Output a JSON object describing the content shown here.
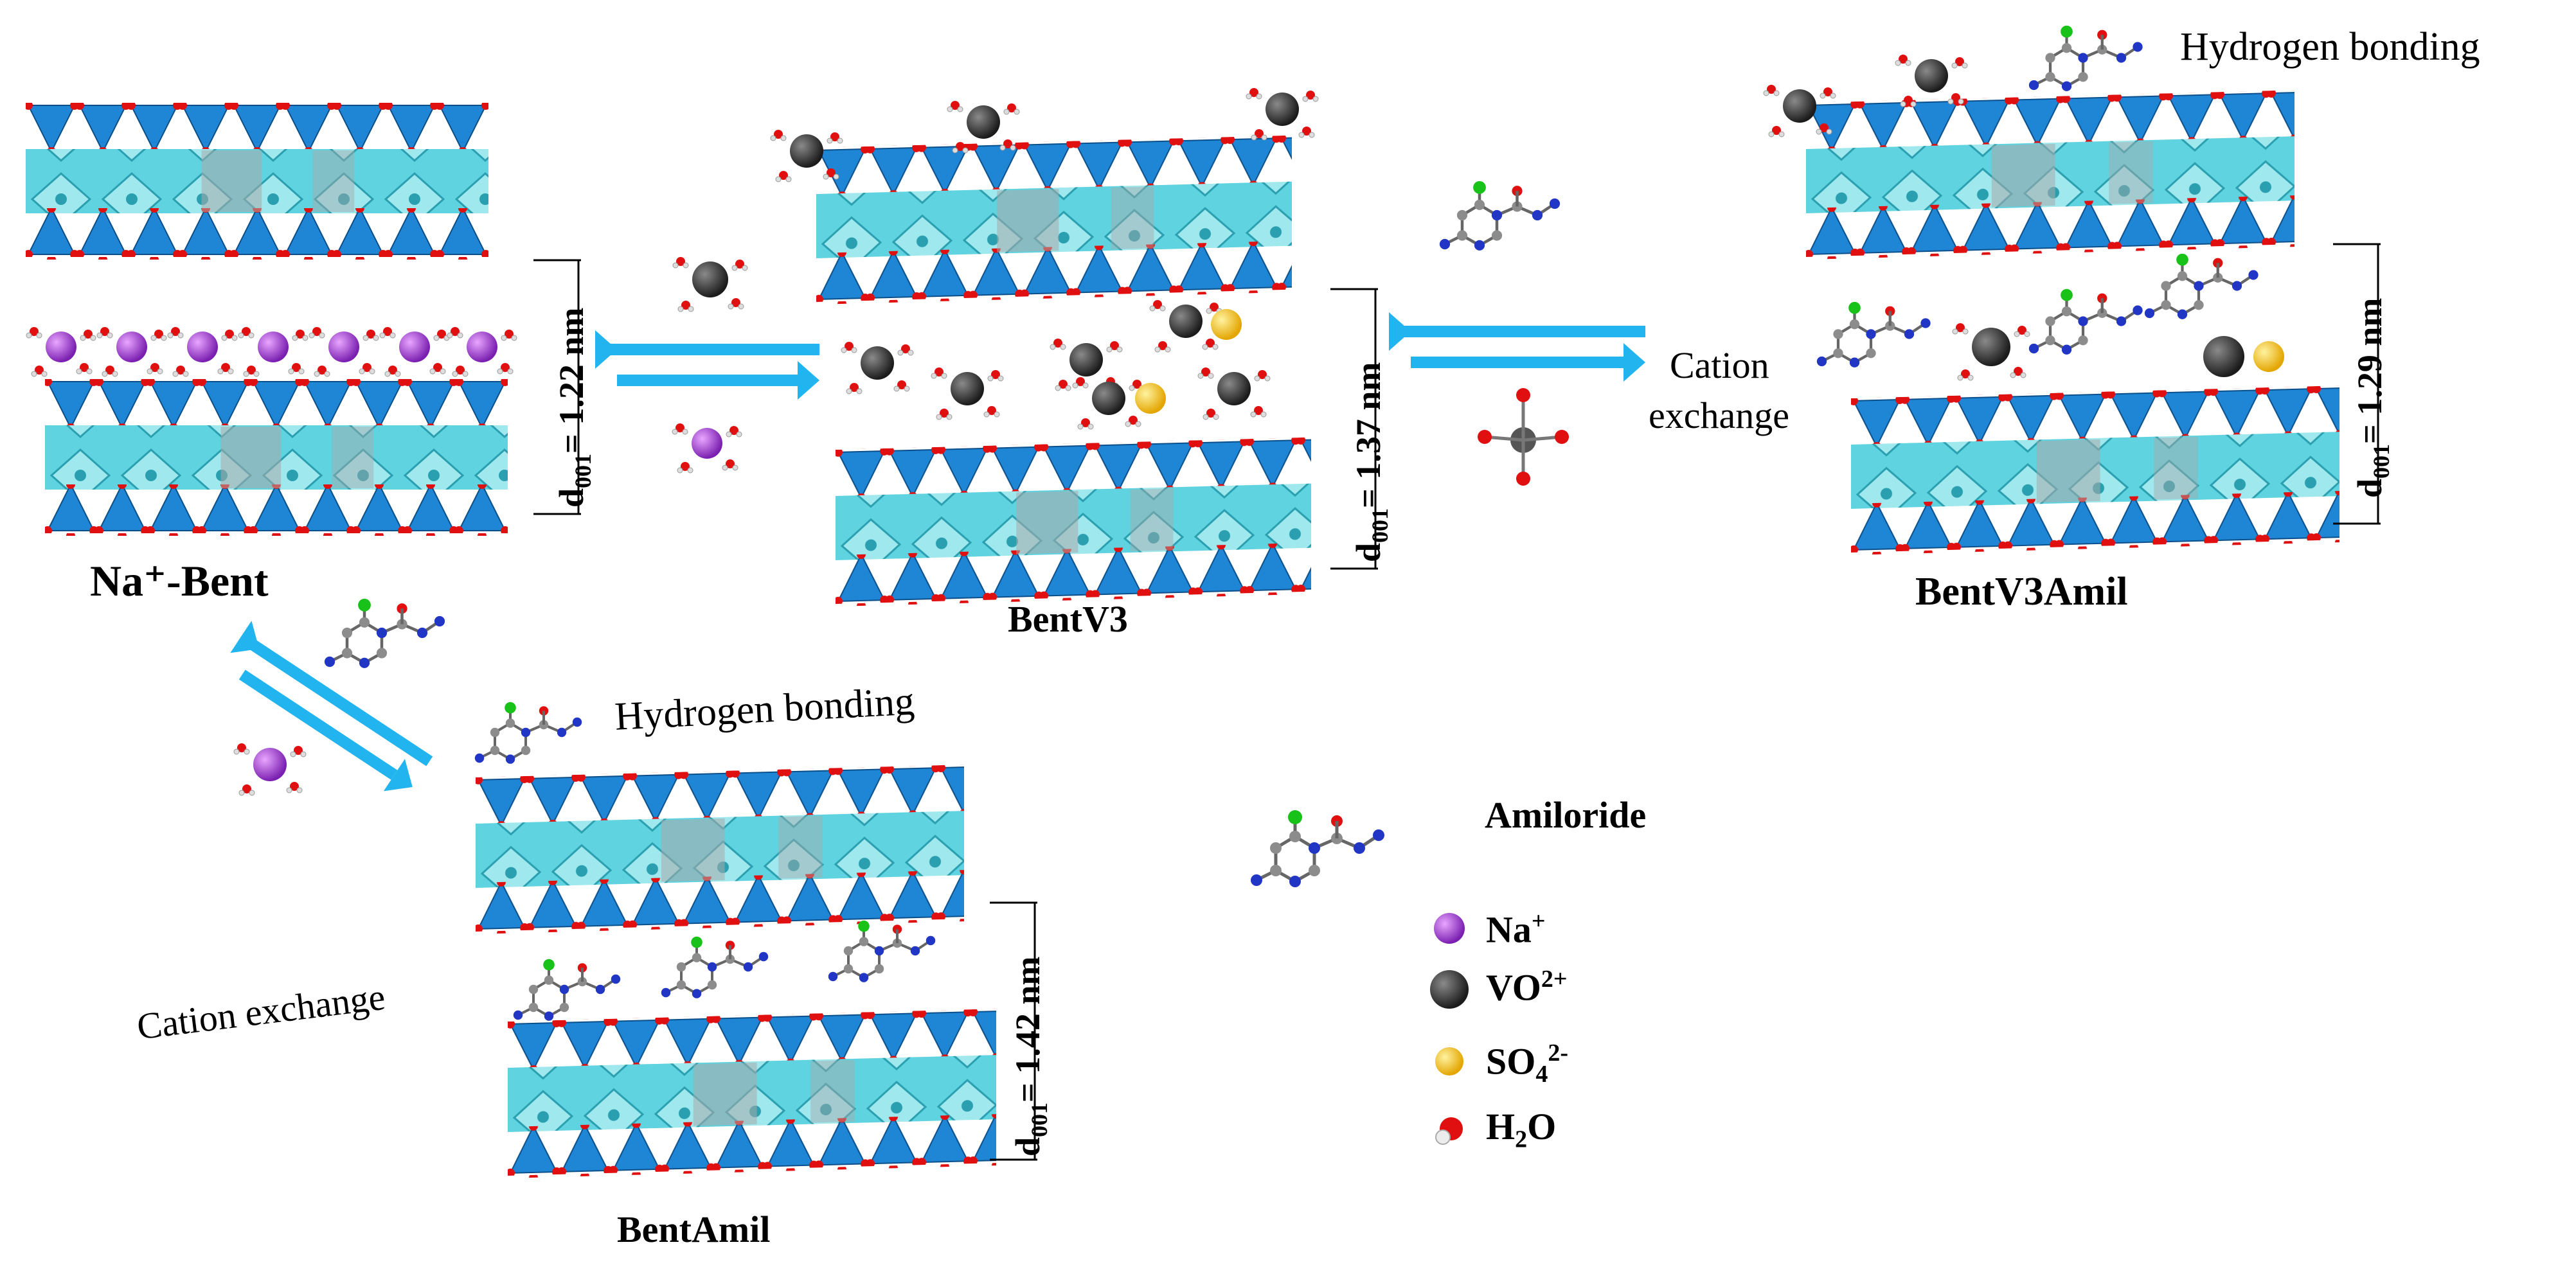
{
  "labels": {
    "na_bent": "Na⁺-Bent",
    "bentv3": "BentV3",
    "bentv3amil": "BentV3Amil",
    "bentamil": "BentAmil"
  },
  "annotations": {
    "hydrogen_bonding": "Hydrogen bonding",
    "cation_exchange": "Cation exchange",
    "cation_exchange_l1": "Cation",
    "cation_exchange_l2": "exchange"
  },
  "spacings": {
    "prefix": "d",
    "subscript": "001",
    "na_bent": "= 1.22 nm",
    "bentv3": "= 1.37 nm",
    "bentv3amil": "= 1.29 nm",
    "bentamil": "= 1.42 nm"
  },
  "legend": {
    "amiloride": "Amiloride",
    "na": {
      "base": "Na",
      "sup": "+"
    },
    "vo": {
      "base": "VO",
      "sup": "2+"
    },
    "so4": {
      "base": "SO",
      "sub": "4",
      "sup": "2-"
    },
    "h2o": {
      "base": "H",
      "sub": "2",
      "rest": "O"
    }
  },
  "colors": {
    "tetrahedra": "#1f86d6",
    "octahedra": "#5fd3df",
    "oxygen": "#e01010",
    "sodium": "#9b30d9",
    "vanadyl": "#2b2b2b",
    "sulfate": "#f5c200",
    "arrow": "#22b4ee",
    "chlorine": "#19c219",
    "nitrogen": "#2136c4",
    "carbon": "#8c8c8c"
  }
}
